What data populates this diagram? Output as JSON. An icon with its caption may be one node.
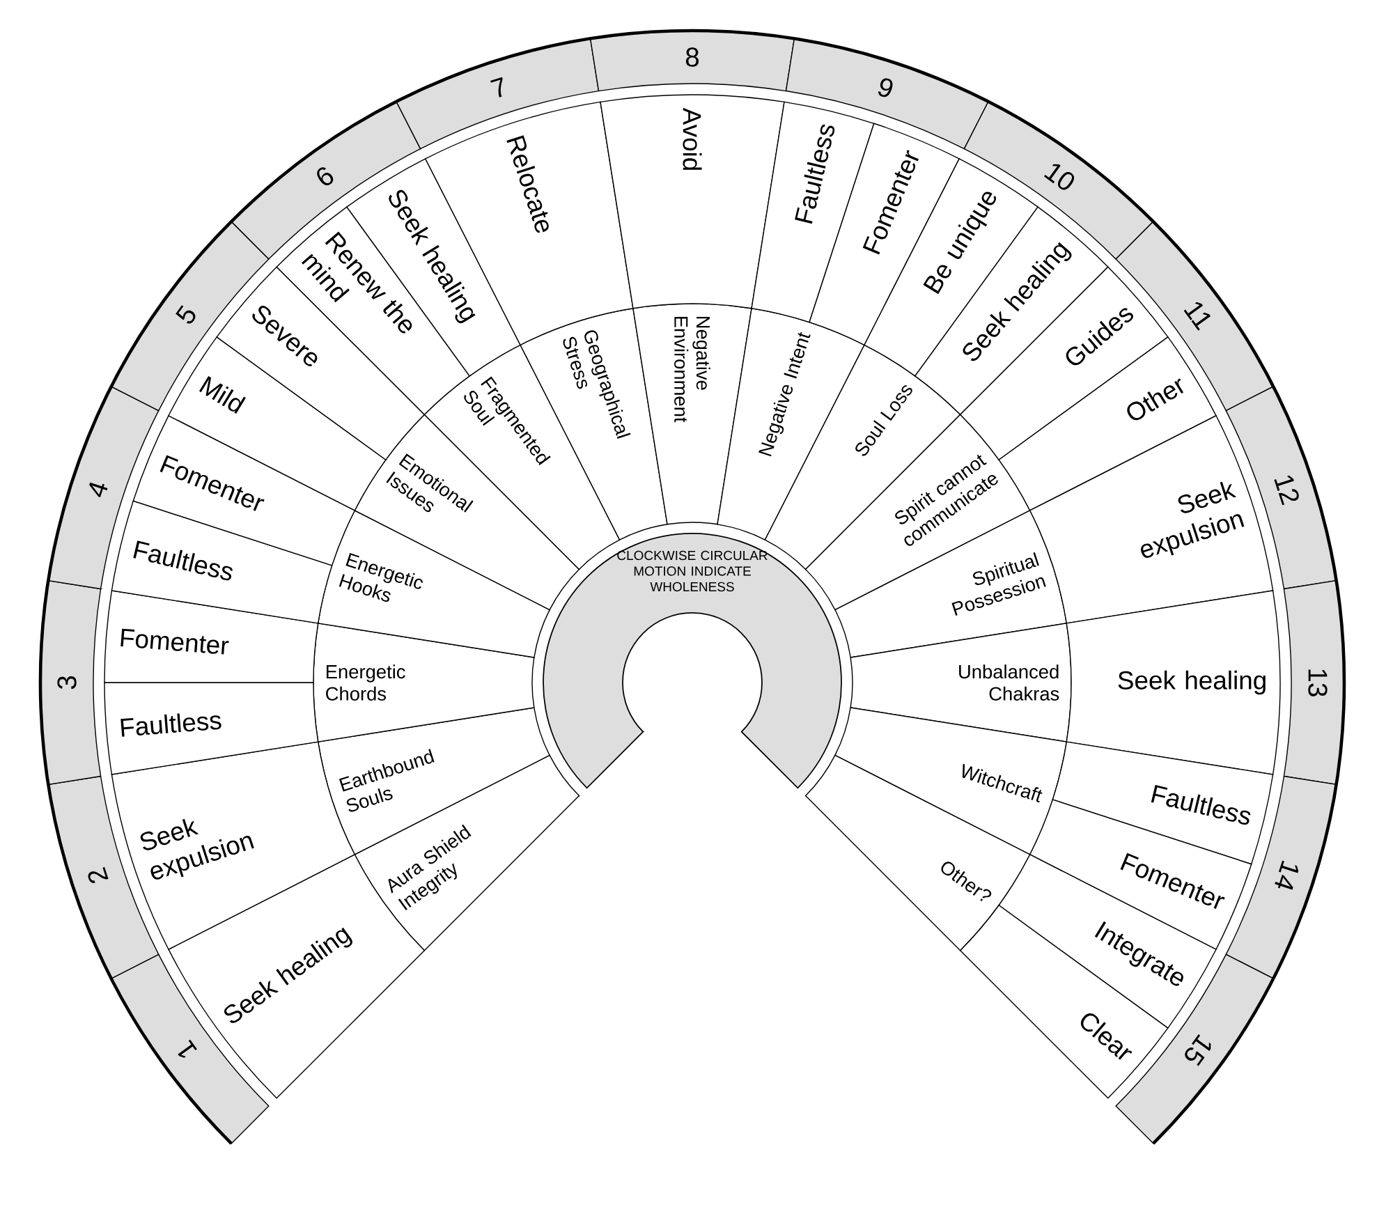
{
  "diagram": {
    "nodes": [
      {
        "text": [
          "CLOCKWISE CIRCULAR MOTION INDICATE WHOLENESS"
        ]
      },
      {
        "text": [
          "1"
        ]
      },
      {
        "text": [
          "2"
        ]
      },
      {
        "text": [
          "3"
        ]
      },
      {
        "text": [
          "4"
        ]
      },
      {
        "text": [
          "5"
        ]
      },
      {
        "text": [
          "6"
        ]
      },
      {
        "text": [
          "7"
        ]
      },
      {
        "text": [
          "8"
        ]
      },
      {
        "text": [
          "9"
        ]
      },
      {
        "text": [
          "10"
        ]
      },
      {
        "text": [
          "11"
        ]
      },
      {
        "text": [
          "12"
        ]
      },
      {
        "text": [
          "13"
        ]
      },
      {
        "text": [
          "14"
        ]
      },
      {
        "text": [
          "15"
        ]
      },
      {
        "text": [
          "Aura Shield Integrity"
        ]
      },
      {
        "text": [
          "Earthbound Souls"
        ]
      },
      {
        "text": [
          "Energetic Chords"
        ]
      },
      {
        "text": [
          "Energetic Hooks"
        ]
      },
      {
        "text": [
          "Emotional Issues"
        ]
      },
      {
        "text": [
          "Fragmented Soul"
        ]
      },
      {
        "text": [
          "Geographical Stress"
        ]
      },
      {
        "text": [
          "Negative Environment"
        ]
      },
      {
        "text": [
          "Negative Intent"
        ]
      },
      {
        "text": [
          "Soul Loss"
        ]
      },
      {
        "text": [
          "Spirit cannot communicate"
        ]
      },
      {
        "text": [
          "Spiritual Possession"
        ]
      },
      {
        "text": [
          "Unbalanced Chakras"
        ]
      },
      {
        "text": [
          "Witchcraft"
        ]
      },
      {
        "text": [
          "Other?"
        ]
      },
      {
        "text": [
          "Seek healing"
        ]
      },
      {
        "text": [
          "Seek expulsion"
        ]
      },
      {
        "text": [
          "Faultless"
        ]
      },
      {
        "text": [
          "Fomenter"
        ]
      },
      {
        "text": [
          "Faultless"
        ]
      },
      {
        "text": [
          "Fomenter"
        ]
      },
      {
        "text": [
          "Mild"
        ]
      },
      {
        "text": [
          "Severe"
        ]
      },
      {
        "text": [
          "Renew the mind"
        ]
      },
      {
        "text": [
          "Seek healing"
        ]
      },
      {
        "text": [
          "Relocate"
        ]
      },
      {
        "text": [
          "Avoid"
        ]
      },
      {
        "text": [
          "Faultless"
        ]
      },
      {
        "text": [
          "Fomenter"
        ]
      },
      {
        "text": [
          "Be unique"
        ]
      },
      {
        "text": [
          "Seek healing"
        ]
      },
      {
        "text": [
          "Guides"
        ]
      },
      {
        "text": [
          "Other"
        ]
      },
      {
        "text": [
          "Seek expulsion"
        ]
      },
      {
        "text": [
          "Seek healing"
        ]
      },
      {
        "text": [
          "Faultless"
        ]
      },
      {
        "text": [
          "Fomenter"
        ]
      },
      {
        "text": [
          "Integrate"
        ]
      },
      {
        "text": [
          "Clear"
        ]
      }
    ]
  }
}
